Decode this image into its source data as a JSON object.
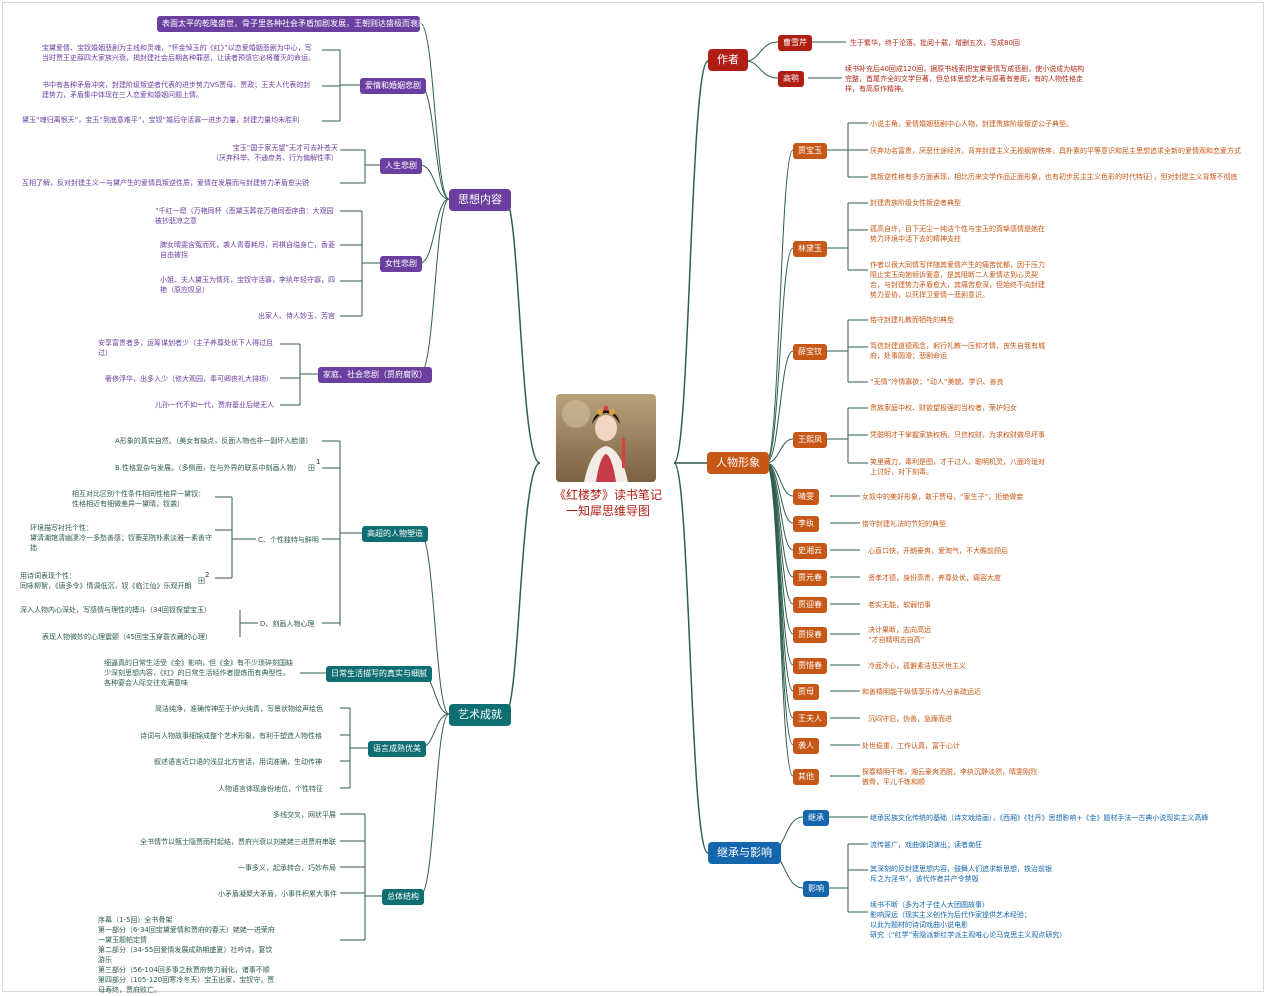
{
  "title": "《红楼梦》读书笔记\n一知犀思维导图",
  "colors": {
    "thought": "#6b3fa0",
    "author": "#b01f14",
    "character": "#c75716",
    "art": "#0f6e72",
    "legacy": "#1567ad",
    "line": "#2f5d4e"
  },
  "branches": {
    "thought": {
      "label": "思想内容",
      "top": "表面太平的乾隆盛世，骨子里各种社会矛盾加剧发展，王朝则达盛极而衰的转折点",
      "love": {
        "label": "爱情和婚姻悲剧",
        "items": [
          "宝黛爱情、宝钗婚姻悲剧为主线和灵魂，“怀金悼玉的《红》”以恋爱婚姻悲剧为中心，写当时贾王史薛四大家族兴衰，揭封建社会后期各种罪恶，让读者预感它必将覆灭的命运。",
          "书中有各种矛盾冲突，封建阶级叛逆者代表的进步势力VS贾母、贾政；王夫人代表的封建势力，矛盾集中体现在三人恋爱和婚姻问题上情。",
          "黛玉“魂归离恨天”，宝玉“到底意难平”，宝钗“婚后守活寡一进步力量，封建力量均未胜利"
        ]
      },
      "life": {
        "label": "人生悲剧",
        "items": [
          "宝玉“国于家无望”无才可去补苍天\n（厌弃科举、不通庶务、行为偏解性乖）",
          "互相了解，反对封建主义一与黛产生的爱情具叛逆性质，爱情在发展而与封建势力矛盾愈尖锐"
        ]
      },
      "female": {
        "label": "女性悲剧",
        "items": [
          "“千红一窟（万艳同杯（悲黛玉葬花万艳同悲序曲：大观园被抄悲凉之意",
          "脾女晴雯含冤而死，袭人青春耗尽，司棋自缢身亡，香菱自由被拐",
          "小姐、夫人黛玉为情死，宝钗守活寡，李纨年轻守寡，四艳（原应叹息）",
          "出家人、侍人妙玉、芳官"
        ]
      },
      "family": {
        "label": "家庭、社会悲剧（贾府腐败）",
        "items": [
          "安享富贵者多，运筹谋划者少（主子养尊处优下人得过且过）",
          "奢侈浮华，出多入少（修大观园，奉可卿丧礼大排场）",
          "儿孙一代不如一代，贾府基业后继无人"
        ]
      }
    },
    "author": {
      "label": "作者",
      "subs": [
        {
          "label": "曹雪芹",
          "text": "生于繁华，终于沦落。批阅十载，增删五次，写成80回"
        },
        {
          "label": "高鹗",
          "text": "续书补充后40回成120回，据原书线索把宝黛爱情写成悲剧，使小说成为结构完整，首尾齐全的文学巨著，但总体思想艺术与原著有差距，有的人物性格走样，有高原作精神。"
        }
      ]
    },
    "character": {
      "label": "人物形象",
      "subs": [
        {
          "label": "贾宝玉",
          "items": [
            "小说主角，爱情婚姻悲剧中心人物，封建贵族阶级叛逆公子典型。",
            "厌弃功名富贵，厌恶仕途经济，背弃封建主义无视纲常秩序，具朴素的平等意识和民主思想追求全新的爱情观和恋爱方式",
            "其叛逆性格有多方面表现，相比历来文学作品正面形象，也有初步民主主义色彩的时代特征），但对封建主义背叛不彻底"
          ]
        },
        {
          "label": "林黛玉",
          "items": [
            "封建贵族阶级女性叛逆者典型",
            "孤高自许，目下无尘一纯洁个性与宝玉的真挚感情是她在势力环境中活下去的精神支柱",
            "作者以很大同情写伴随其爱情产生的痛苦忧郁，因于压力阻止宝玉向她倾诉爱意，是其阻断二人爱情达到心灵契合，与封建势力矛盾愈大，其痛苦愈深，但始终不向封建势力妥协，以死捍卫爱情一悲剧意识。"
          ]
        },
        {
          "label": "薛宝钗",
          "items": [
            "恪守封建礼教而牺牲的典型",
            "笃信封建道德观念，躬行礼教一压抑才情，丧失自我有城府，处事圆滑；悲剧命运",
            "“无情”冷情寡欲；“动人”美貌、学识、善良"
          ]
        },
        {
          "label": "王熙凤",
          "items": [
            "贵族家庭中权、财欲望极强的当权者，荣护妇女",
            "凭聪明才干掌握家族权柄，只信权财，为求权财做尽坏事",
            "笑里藏刀，毒利是图，才干过人，聪明机灵，八面玲珑对上讨好，对下刻毒。"
          ]
        },
        {
          "label": "晴雯",
          "text": "女奴中的美好形象，敢于贾母，“家生子”，拒绝做妾"
        },
        {
          "label": "李纨",
          "text": "恪守封建礼法的节妇的典型"
        },
        {
          "label": "史湘云",
          "text": "心直口快，开朗豪爽，爱淘气，不大瞻前顾后"
        },
        {
          "label": "贾元春",
          "text": "贤孝才德，身份高贵，养尊处优，痛容大度"
        },
        {
          "label": "贾迎春",
          "text": "老实无能，软弱怕事"
        },
        {
          "label": "贾探春",
          "text": "决计果断，志向高远\n“才自精明志自高”"
        },
        {
          "label": "贾惜春",
          "text": "冷面冷心，孤僻素洁悲厌世主义"
        },
        {
          "label": "贾母",
          "text": "和善精明能干纵情享乐待人分亲疏远近"
        },
        {
          "label": "王夫人",
          "text": "沉闷守旧，伪善，急躁而进"
        },
        {
          "label": "袭人",
          "text": "处世稳重，工作认真，富于心计"
        },
        {
          "label": "其他",
          "text": "探春精明干练，湘云豪爽洒脱，李纨沉静淡然，晴雯刚烈傲骨，平儿千练和顺"
        }
      ]
    },
    "art": {
      "label": "艺术成就",
      "portray": {
        "label": "高超的人物塑造",
        "items": [
          "A形象的真实自然。（美女有缺点，反面人物也非一副坏人脸谱）",
          "B.性格复杂与发展。（多侧面，在与外界的联系中刻画人物）",
          "相互对比区别个性条件相同性格异一黛钗：\n性格相近有细微差异一黛晴，钗袭）",
          "环境描写衬托个性：\n黛清潮馆清幽凄冷一多愁善感；钗蘅芜院朴素淡雅一素善守拙",
          "用诗词表现个性：\n同咏柳絮，《唐多令》情调低沉，钗《临江仙》乐观开朗",
          "深入人物内心深处，写感情与理性的搏斗（34回钗探望宝玉）",
          "表现人物微妙的心理震颤（45回宝玉穿蓑衣藏的心理）"
        ],
        "c_label": "C、个性独特与鲜明",
        "d_label": "D、刻画人物心理",
        "sup1": "1",
        "sup2": "2",
        "marker": "田"
      },
      "daily": {
        "label": "日常生活描写的真实与细腻",
        "items": [
          "细逼真的日常生活受《金》影响，但《金》有不少琐碎刻国缺少深刻思想内容，《红》的日常生活经作者提炼而有典型性，各种宴会人际交往充满意味"
        ]
      },
      "lang": {
        "label": "语言成熟优美",
        "items": [
          "简洁纯净，准确传神至于炉火纯青，写景状物绘声绘色",
          "诗词与人物故事细锦成整个艺术形象，有利于塑造人物性格",
          "叙述语言近口语的浅显北方官话，用词准确，生动传神",
          "人物语言体现身份地位，个性特征"
        ]
      },
      "struct": {
        "label": "总体结构",
        "items": [
          "多线交叉，网状平展",
          "全书情节以甄士隐贾雨村起结，贾府兴衰以刘姥姥三进贾府串联",
          "一事多义，起承转合，巧妙布局",
          "小矛盾凝聚大矛盾，小事件积累大事件",
          "序幕（1-5回）全书骨架\n第一部分（6-34回宝黛爱情和贾府的春天）姥姥一进荣府一黛玉题帕定情\n第二部分（34-55回爱情发展成熟期盛夏）社吟诗，宴饮游乐\n第三部分（56-104回多事之秋贾府势力弱化，诸事不顺\n第四部分（105-120回寒冷冬天）宝玉出家，宝钗守，贾母寿终，贾府败亡。"
        ]
      }
    },
    "legacy": {
      "label": "继承与影响",
      "inherit": {
        "label": "继承",
        "text": "继承民族文化传统的基础（诗文戏绘画），《西厢》《牡丹》思想影响+《金》题材手法一古典小说现实主义高峰"
      },
      "influence": {
        "label": "影响",
        "items": [
          "流传甚广，戏曲弹词演出；读者痴狂",
          "其深刻的反封建思想内容，鼓舞人们追求新思想，铁治前银斥之为淫书”，该代作者并产令禁毁",
          "续书不断（多为才子佳人大团圆故事）\n影响深远（现实主义创作为后代作家提供艺术经验；\n以此为题材的诗词戏曲小说电影\n研究（“红学”索隐派新红学派主观唯心论马克思主义观点研究）"
        ]
      }
    }
  }
}
